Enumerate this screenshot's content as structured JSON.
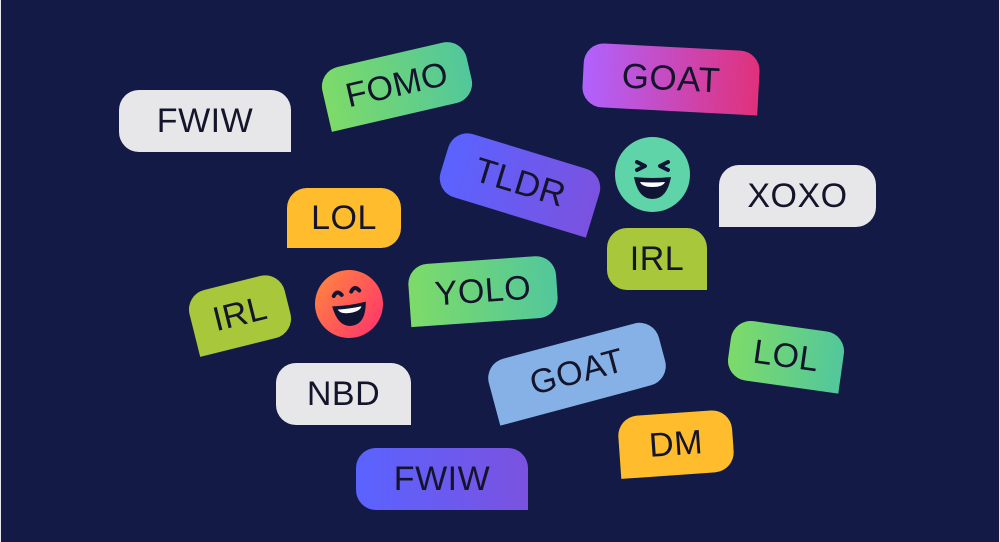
{
  "bubbles": {
    "fwiw_1": "FWIW",
    "fomo": "FOMO",
    "goat_1": "GOAT",
    "tldr": "TLDR",
    "xoxo": "XOXO",
    "lol_1": "LOL",
    "irl_1": "IRL",
    "yolo": "YOLO",
    "irl_2": "IRL",
    "goat_2": "GOAT",
    "lol_2": "LOL",
    "nbd": "NBD",
    "dm": "DM",
    "fwiw_2": "FWIW"
  },
  "emojis": [
    "laughing-face-icon",
    "laughing-face-icon"
  ],
  "colors": {
    "background": "#121a45",
    "gray": "#e7e7e9",
    "green_start": "#7ddb68",
    "green_end": "#52c79c",
    "purple_start": "#5a63ff",
    "purple_end": "#7b52e0",
    "pink_start": "#b062ff",
    "pink_end": "#e0317a",
    "yellow": "#ffbd2e",
    "lime": "#a8c73a",
    "blue": "#85b1e6",
    "text": "#14142b"
  }
}
